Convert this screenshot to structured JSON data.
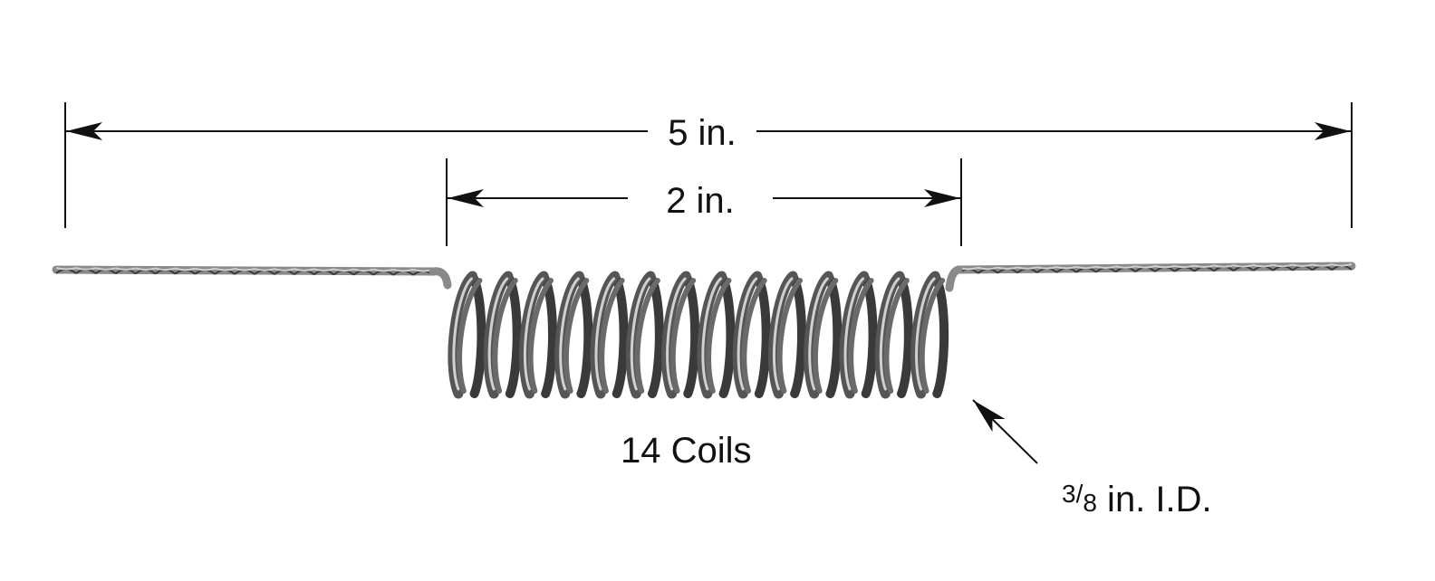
{
  "overall_length": {
    "label": "5 in."
  },
  "coil_length": {
    "label": "2 in."
  },
  "coil_count": {
    "label": "14 Coils",
    "value": 14
  },
  "inner_diameter": {
    "numerator": "3",
    "denominator": "8",
    "rest": " in. I.D."
  },
  "colors": {
    "wire_dark": "#3a3a3a",
    "wire_mid": "#8a8a8a",
    "wire_light": "#d0d0d0",
    "line": "#111111"
  }
}
